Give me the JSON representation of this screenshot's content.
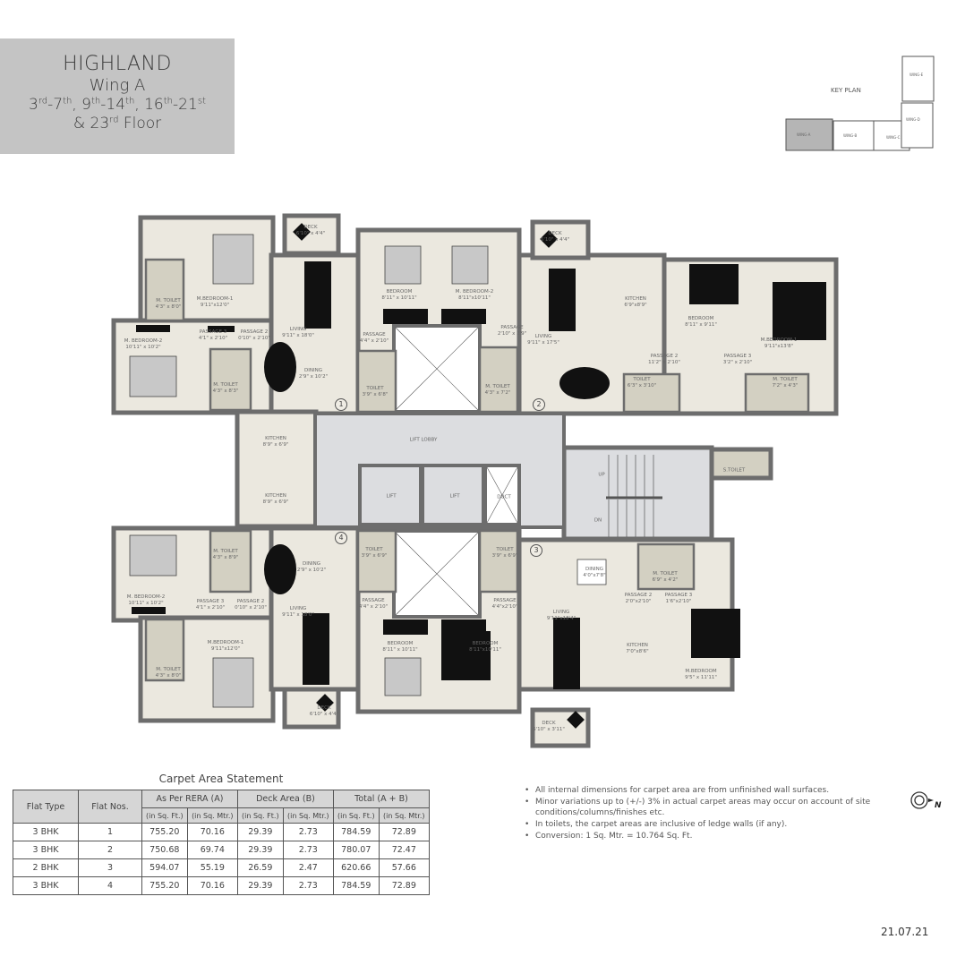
{
  "header": {
    "project": "HIGHLAND",
    "wing": "Wing A",
    "floors_line1": [
      "3",
      "rd",
      "-7",
      "th",
      ", 9",
      "th",
      "-14",
      "th",
      ", 16",
      "th",
      "-21",
      "st"
    ],
    "floors_line2": [
      "& 23",
      "rd",
      " Floor"
    ]
  },
  "key_plan": {
    "label": "KEY PLAN",
    "wings": [
      "WING-A",
      "WING-B",
      "WING-C",
      "WING-D",
      "WING-E"
    ],
    "highlight": "WING-A"
  },
  "plan": {
    "flat_numbers": [
      "1",
      "2",
      "3",
      "4"
    ],
    "rooms": [
      {
        "name": "DECK",
        "size": "6'10\" x 4'4\""
      },
      {
        "name": "M.BEDROOM-1",
        "size": "9'11\"x12'0\""
      },
      {
        "name": "M. TOILET",
        "size": "4'3\" x 8'0\""
      },
      {
        "name": "M. BEDROOM-2",
        "size": "10'11\" x 10'2\""
      },
      {
        "name": "PASSAGE 3",
        "size": "4'1\" x 2'10\""
      },
      {
        "name": "PASSAGE 2",
        "size": "0'10\" x 2'10\""
      },
      {
        "name": "LIVING",
        "size": "9'11\" x 18'0\""
      },
      {
        "name": "DINING",
        "size": "2'9\" x 10'2\""
      },
      {
        "name": "M. TOILET",
        "size": "4'3\" x 8'3\""
      },
      {
        "name": "BEDROOM",
        "size": "8'11\" x 10'11\""
      },
      {
        "name": "M. BEDROOM-2",
        "size": "8'11\"x10'11\""
      },
      {
        "name": "PASSAGE",
        "size": "4'4\" x 2'10\""
      },
      {
        "name": "PASSAGE",
        "size": "2'10\" x 2'9\""
      },
      {
        "name": "TOILET",
        "size": "3'9\" x 6'8\""
      },
      {
        "name": "M. TOILET",
        "size": "4'3\" x 7'2\""
      },
      {
        "name": "LIVING",
        "size": "9'11\" x 17'5\""
      },
      {
        "name": "DECK",
        "size": "6'10\" x 4'4\""
      },
      {
        "name": "KITCHEN",
        "size": "6'9\"x8'9\""
      },
      {
        "name": "BEDROOM",
        "size": "8'11\" x 9'11\""
      },
      {
        "name": "M.BEDROOM-1",
        "size": "9'11\"x13'8\""
      },
      {
        "name": "PASSAGE 2",
        "size": "11'2\" x 2'10\""
      },
      {
        "name": "PASSAGE 3",
        "size": "3'2\" x 2'10\""
      },
      {
        "name": "TOILET",
        "size": "6'3\" x 3'10\""
      },
      {
        "name": "M. TOILET",
        "size": "7'2\" x 4'3\""
      },
      {
        "name": "KITCHEN",
        "size": "8'9\" x 6'9\""
      },
      {
        "name": "KITCHEN",
        "size": "8'9\" x 6'9\""
      },
      {
        "name": "LIFT LOBBY",
        "size": ""
      },
      {
        "name": "LIFT",
        "size": ""
      },
      {
        "name": "LIFT",
        "size": ""
      },
      {
        "name": "DUCT",
        "size": ""
      },
      {
        "name": "UP",
        "size": ""
      },
      {
        "name": "DN",
        "size": ""
      },
      {
        "name": "S.TOILET",
        "size": ""
      },
      {
        "name": "M. BEDROOM-2",
        "size": "10'11\" x 10'2\""
      },
      {
        "name": "M. TOILET",
        "size": "4'3\" x 8'9\""
      },
      {
        "name": "DINING",
        "size": "2'9\" x 10'2\""
      },
      {
        "name": "PASSAGE 3",
        "size": "4'1\" x 2'10\""
      },
      {
        "name": "PASSAGE 2",
        "size": "0'10\" x 2'10\""
      },
      {
        "name": "LIVING",
        "size": "9'11\" x 18'0\""
      },
      {
        "name": "M.BEDROOM-1",
        "size": "9'11\"x12'0\""
      },
      {
        "name": "M. TOILET",
        "size": "4'3\" x 8'0\""
      },
      {
        "name": "DECK",
        "size": "6'10\" x 4'4\""
      },
      {
        "name": "TOILET",
        "size": "3'9\" x 6'9\""
      },
      {
        "name": "TOILET",
        "size": "3'9\" x 6'9\""
      },
      {
        "name": "PASSAGE",
        "size": "4'4\" x 2'10\""
      },
      {
        "name": "PASSAGE",
        "size": "4'4\"x2'10\""
      },
      {
        "name": "BEDROOM",
        "size": "8'11\" x 10'11\""
      },
      {
        "name": "BEDROOM",
        "size": "8'11\"x10'11\""
      },
      {
        "name": "DINING",
        "size": "4'0\"x7'8\""
      },
      {
        "name": "M. TOILET",
        "size": "6'9\" x 4'2\""
      },
      {
        "name": "PASSAGE 2",
        "size": "2'0\"x2'10\""
      },
      {
        "name": "PASSAGE 3",
        "size": "1'6\"x2'10\""
      },
      {
        "name": "LIVING",
        "size": "9'11\"x18'4\""
      },
      {
        "name": "KITCHEN",
        "size": "7'0\"x8'6\""
      },
      {
        "name": "M.BEDROOM",
        "size": "9'5\" x 11'11\""
      },
      {
        "name": "DECK",
        "size": "6'10\" x 3'11\""
      }
    ]
  },
  "carpet_table": {
    "caption": "Carpet Area Statement",
    "headers": {
      "flat_type": "Flat Type",
      "flat_nos": "Flat Nos.",
      "rera": "As Per RERA (A)",
      "deck": "Deck Area (B)",
      "total": "Total (A + B)",
      "sqft": "(in Sq. Ft.)",
      "sqm": "(in Sq. Mtr.)"
    },
    "rows": [
      [
        "3 BHK",
        "1",
        "755.20",
        "70.16",
        "29.39",
        "2.73",
        "784.59",
        "72.89"
      ],
      [
        "3 BHK",
        "2",
        "750.68",
        "69.74",
        "29.39",
        "2.73",
        "780.07",
        "72.47"
      ],
      [
        "2 BHK",
        "3",
        "594.07",
        "55.19",
        "26.59",
        "2.47",
        "620.66",
        "57.66"
      ],
      [
        "3 BHK",
        "4",
        "755.20",
        "70.16",
        "29.39",
        "2.73",
        "784.59",
        "72.89"
      ]
    ]
  },
  "notes": [
    "All internal dimensions for carpet area are from unfinished wall surfaces.",
    "Minor variations up to (+/-) 3% in actual carpet areas may occur on account of site conditions/columns/finishes etc.",
    "In toilets, the carpet areas are inclusive of ledge walls (if any).",
    "Conversion: 1 Sq. Mtr. = 10.764 Sq. Ft."
  ],
  "compass": {
    "label": "N"
  },
  "date": "21.07.21",
  "colors": {
    "wall": "#6d6d6d",
    "floor": "#ebe8df",
    "lobby": "#dcdde0",
    "title_bg": "#c4c4c4",
    "toilet": "#d3d0c2"
  }
}
